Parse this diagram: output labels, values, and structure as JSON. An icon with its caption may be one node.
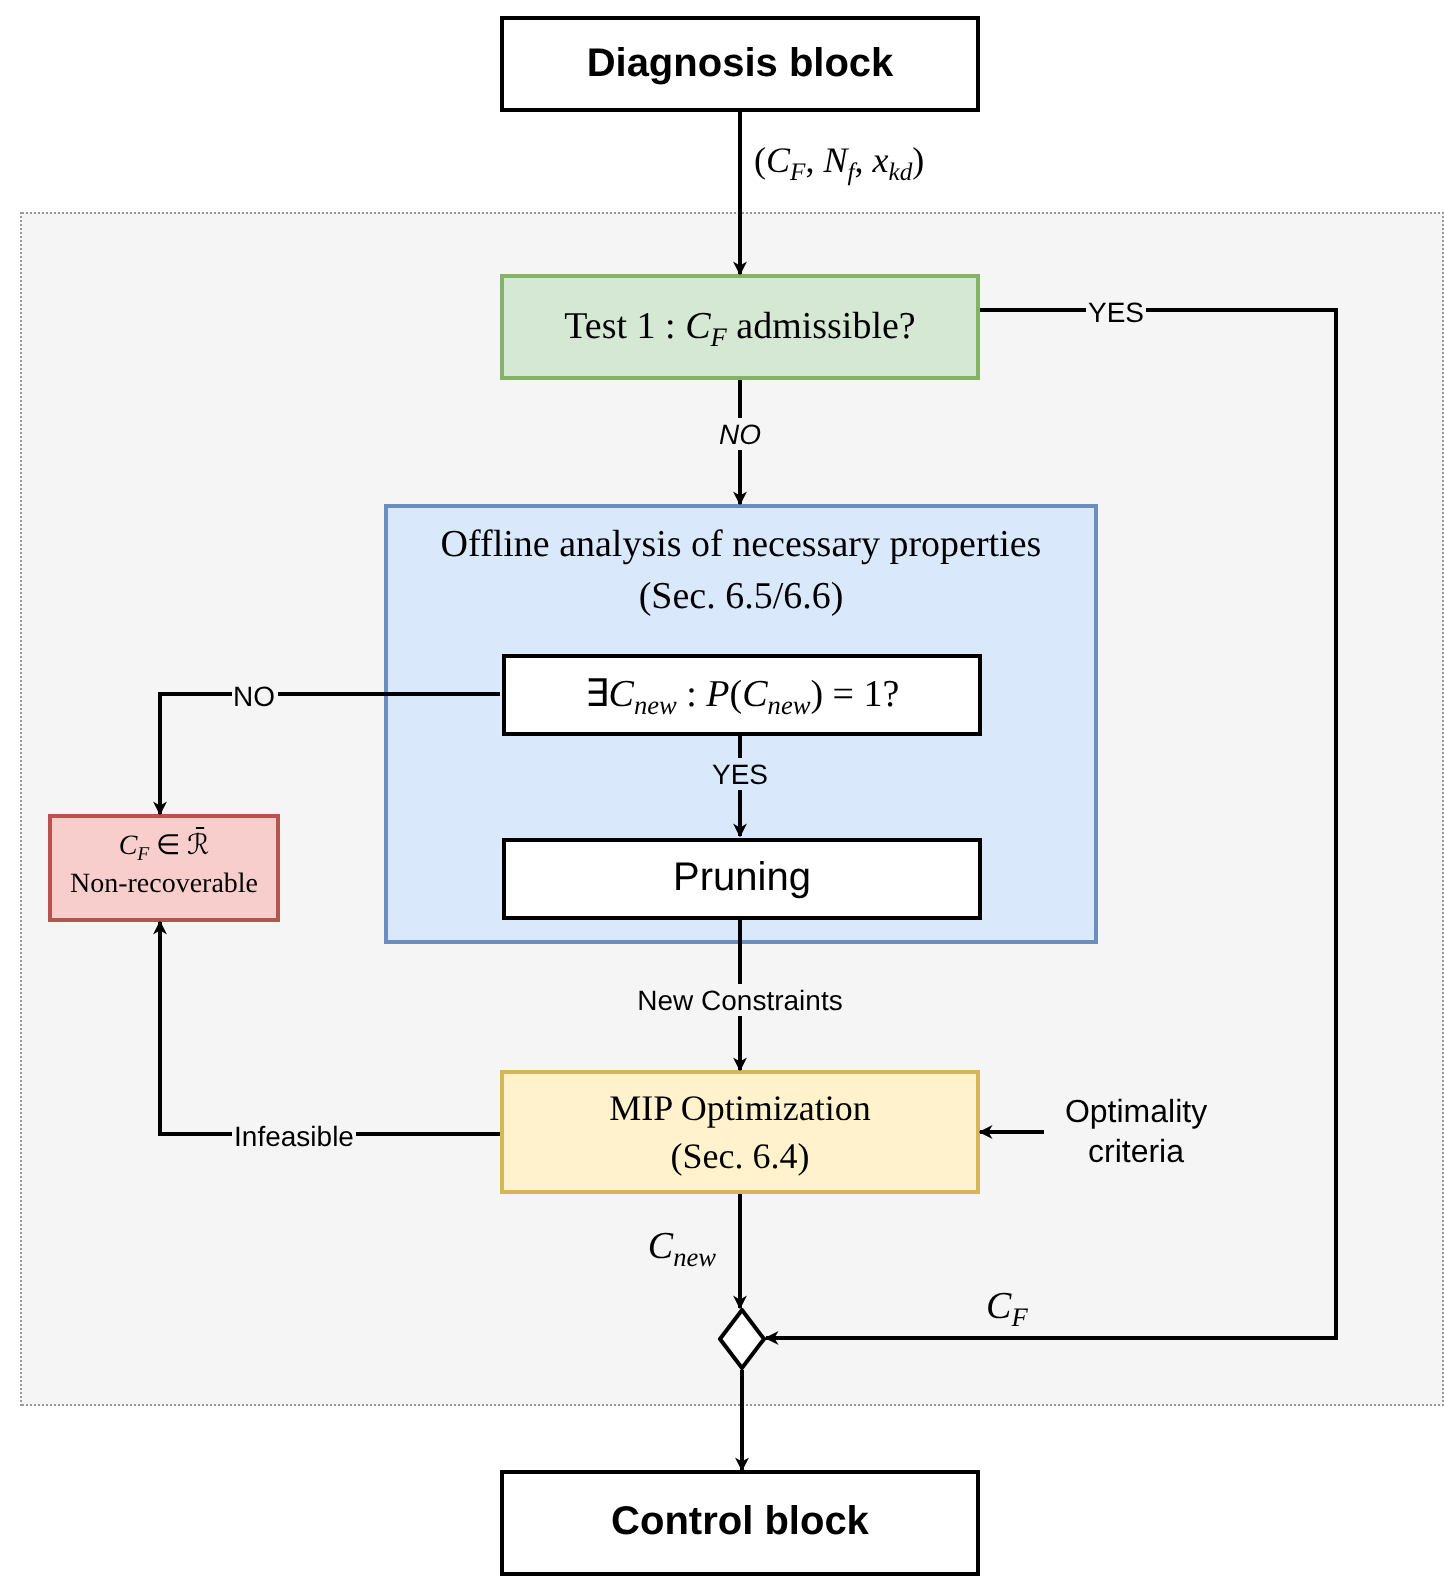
{
  "diagram": {
    "nodes": [
      {
        "text": [
          "Diagnosis block"
        ]
      },
      {
        "text": [],
        "shape": "box"
      },
      {
        "text": [
          "Test 1 : *C*$_{F}$ admissible?"
        ],
        "in": 1
      },
      {
        "text": [
          "Offline analysis of necessary properties (Sec. 6.5/6.6)"
        ],
        "in": 1
      },
      {
        "text": [
          "∃*C*$_{new}$ : *P*(*C*$_{new}$) = 1?"
        ],
        "in": 3
      },
      {
        "text": [
          "Pruning"
        ],
        "in": 3
      },
      {
        "text": [
          "*C*$_{F}$ ∈ ℛ̄",
          "Non-recoverable"
        ],
        "in": 1
      },
      {
        "text": [
          "MIP Optimization (Sec. 6.4)"
        ],
        "in": 1
      },
      {
        "text": [
          "Optimality criteria"
        ],
        "in": 1
      },
      {
        "text": [],
        "shape": "diamond",
        "in": 1
      },
      {
        "text": [
          "Control block"
        ]
      }
    ],
    "edges": [
      {
        "from": 0,
        "to": 2,
        "arrow": "to",
        "label": "(*C*$_{F}$, *N*$_{f}$, *x*$_{kd}$)"
      },
      {
        "from": 2,
        "to": 9,
        "arrow": "to",
        "label": "YES"
      },
      {
        "from": 2,
        "to": 3,
        "arrow": "to",
        "label": "NO"
      },
      {
        "from": 4,
        "to": 6,
        "arrow": "to",
        "label": "NO"
      },
      {
        "from": 4,
        "to": 5,
        "arrow": "to",
        "label": "YES"
      },
      {
        "from": 5,
        "to": 7,
        "arrow": "to",
        "label": "New Constraints"
      },
      {
        "from": 7,
        "to": 6,
        "arrow": "to",
        "label": "Infeasible"
      },
      {
        "from": 8,
        "to": 7,
        "arrow": "to"
      },
      {
        "from": 7,
        "to": 9,
        "arrow": "to",
        "label": "*C*$_{new}$"
      },
      {
        "from": 9,
        "to": 10,
        "arrow": "to"
      }
    ],
    "labels": [
      "*C*$_{F}$"
    ]
  }
}
